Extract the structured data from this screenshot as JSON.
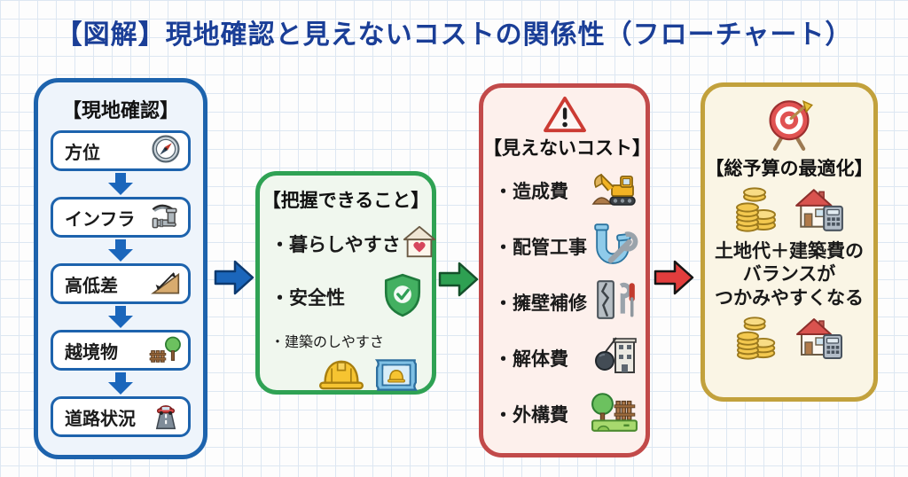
{
  "title": "【図解】現地確認と見えないコストの関係性（フローチャート）",
  "site_check": {
    "header": "【現地確認】",
    "items": [
      {
        "label": "方位",
        "icon": "compass-icon"
      },
      {
        "label": "インフラ",
        "icon": "pipes-icon"
      },
      {
        "label": "高低差",
        "icon": "slope-icon"
      },
      {
        "label": "越境物",
        "icon": "fence-tree-icon"
      },
      {
        "label": "道路状況",
        "icon": "road-car-icon"
      }
    ]
  },
  "understand": {
    "header": "【把握できること】",
    "items": [
      {
        "label": "・暮らしやすさ",
        "icon": "house-heart-icon"
      },
      {
        "label": "・安全性",
        "icon": "shield-check-icon"
      },
      {
        "label": "・建築のしやすさ",
        "icons": [
          "helmet-icon",
          "blueprint-icon"
        ]
      }
    ]
  },
  "hidden_costs": {
    "icon": "warning-icon",
    "header": "【見えないコスト】",
    "items": [
      {
        "label": "・造成費",
        "icon": "excavator-icon"
      },
      {
        "label": "・配管工事",
        "icon": "pipe-wrench-icon"
      },
      {
        "label": "・擁壁補修",
        "icon": "wall-repair-icon"
      },
      {
        "label": "・解体費",
        "icon": "demolition-icon"
      },
      {
        "label": "・外構費",
        "icon": "exterior-icon"
      }
    ]
  },
  "optimization": {
    "icon": "target-icon",
    "header": "【総予算の最適化】",
    "icons": [
      "coins-icon",
      "house-calculator-icon"
    ],
    "lines": [
      "土地代＋建築費の",
      "バランスが",
      "つかみやすくなる"
    ]
  },
  "flow_arrows": [
    {
      "name": "arrow-site-to-benefit",
      "color": "#1b66bb"
    },
    {
      "name": "arrow-benefit-to-cost",
      "color": "#2ea052"
    },
    {
      "name": "arrow-cost-to-goal",
      "color": "#e23d3d"
    }
  ],
  "colors": {
    "title": "#1a3e97",
    "site_check_border": "#1d63ad",
    "benefits_border": "#2fa254",
    "hidden_costs_border": "#c24a4a",
    "optimization_border": "#c2a13c",
    "grid_line": "#dde7f2"
  }
}
